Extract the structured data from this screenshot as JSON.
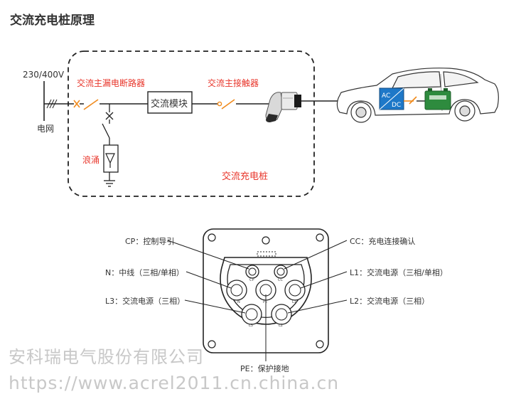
{
  "title": "交流充电桩原理",
  "grid": {
    "voltage": "230/400V",
    "label": "电网"
  },
  "labels": {
    "leakage_breaker": "交流主漏电断路器",
    "main_contactor": "交流主接触器",
    "ac_module": "交流模块",
    "surge": "浪涌",
    "ac_pile": "交流充电桩"
  },
  "vehicle": {
    "converter_top": "AC",
    "converter_bottom": "DC"
  },
  "connector_pins": {
    "cp": "CP：控制导引",
    "cc": "CC：充电连接确认",
    "n": "N：中线（三相/单相）",
    "l1": "L1：交流电源（三相/单相）",
    "l3": "L3：交流电源（三相）",
    "l2": "L2：交流电源（三相）",
    "pe": "PE：保护接地"
  },
  "pin_marks": {
    "n": "N",
    "l1": "L1",
    "l3": "L3",
    "l2": "L2",
    "pe": "PE",
    "cc": "CC",
    "cp": "CP"
  },
  "watermark": {
    "company": "安科瑞电气股份有限公司",
    "url": "https://www.acrel2011.cn.china.cn"
  },
  "colors": {
    "accent_red": "#e8352a",
    "switch_orange": "#f08a1c",
    "converter_blue": "#1e78c8",
    "battery_green": "#2e8b3e"
  }
}
